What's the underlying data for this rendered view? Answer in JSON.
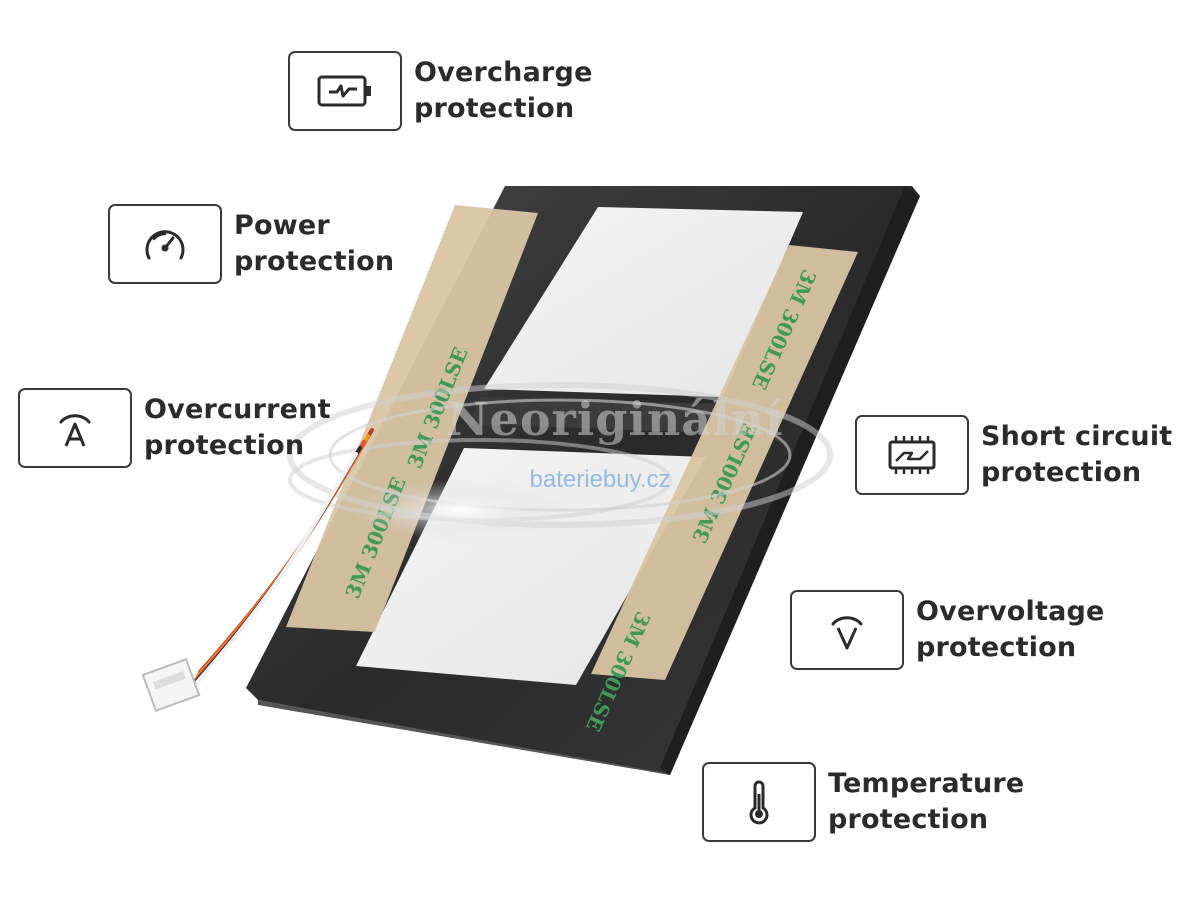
{
  "features": {
    "overcharge": {
      "icon": "battery-charge-icon",
      "line1": "Overcharge",
      "line2": "protection"
    },
    "power": {
      "icon": "gauge-icon",
      "line1": "Power",
      "line2": "protection"
    },
    "overcurrent": {
      "icon": "ampere-icon",
      "line1": "Overcurrent",
      "line2": "protection"
    },
    "shortcircuit": {
      "icon": "circuit-board-icon",
      "line1": "Short circuit",
      "line2": "protection"
    },
    "overvoltage": {
      "icon": "volt-icon",
      "line1": "Overvoltage",
      "line2": "protection"
    },
    "temperature": {
      "icon": "thermometer-icon",
      "line1": "Temperature",
      "line2": "protection"
    }
  },
  "watermark": {
    "text": "Neoriginální",
    "sub": "bateriebuy.cz"
  },
  "tape": {
    "label": "3M 300LSE"
  },
  "colors": {
    "text": "#2b2b2b",
    "icon_border": "#3b3b3b",
    "battery_body": "#2e2e2e",
    "tape": "#d8c5a4"
  }
}
